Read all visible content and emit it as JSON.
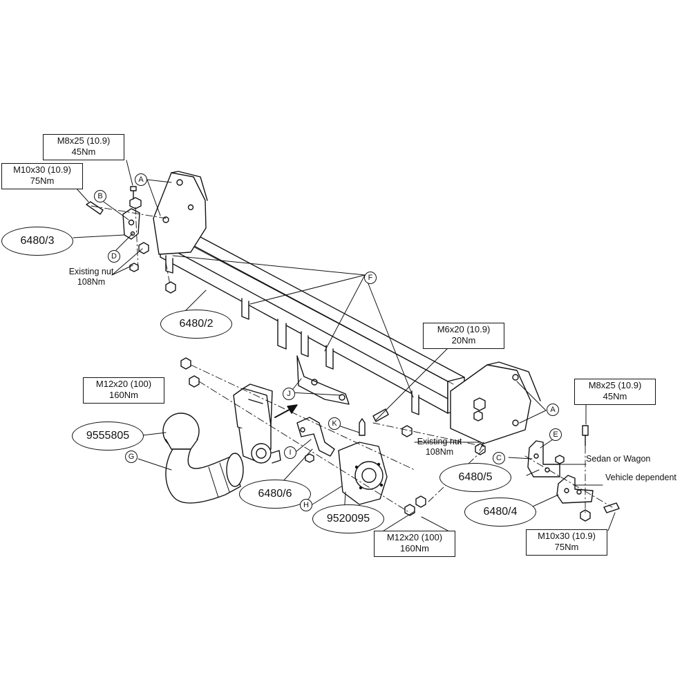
{
  "callouts": {
    "m8x25_left": {
      "spec": "M8x25 (10.9)",
      "torque": "45Nm"
    },
    "m10x30_left": {
      "spec": "M10x30 (10.9)",
      "torque": "75Nm"
    },
    "m6x20": {
      "spec": "M6x20 (10.9)",
      "torque": "20Nm"
    },
    "m8x25_right": {
      "spec": "M8x25 (10.9)",
      "torque": "45Nm"
    },
    "m12x20_left": {
      "spec": "M12x20 (100)",
      "torque": "160Nm"
    },
    "m12x20_right": {
      "spec": "M12x20 (100)",
      "torque": "160Nm"
    },
    "m10x30_right": {
      "spec": "M10x30 (10.9)",
      "torque": "75Nm"
    }
  },
  "part_numbers": {
    "left_bracket": "6480/3",
    "crossbar": "6480/2",
    "ball": "9555805",
    "socket_bracket": "6480/6",
    "socket_plate": "9520095",
    "right_bracket_5": "6480/5",
    "right_bracket_4": "6480/4"
  },
  "letters": [
    "A",
    "B",
    "C",
    "D",
    "E",
    "F",
    "G",
    "H",
    "I",
    "J",
    "K"
  ],
  "notes": {
    "existing_nut_left": {
      "text": "Existing nut",
      "torque": "108Nm"
    },
    "existing_nut_right": {
      "text": "Existing nut",
      "torque": "108Nm"
    },
    "sedan": "Sedan or Wagon",
    "vehicle": "Vehicle dependent"
  }
}
